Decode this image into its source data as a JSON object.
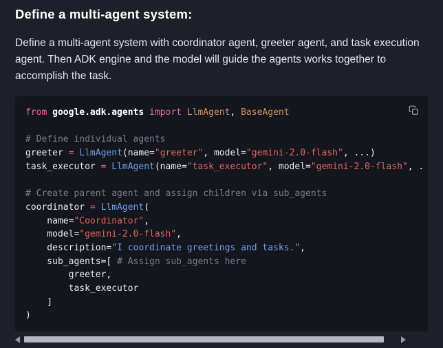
{
  "header": {
    "title": "Define a multi-agent system:",
    "paragraph": "Define a multi-agent system with coordinator agent, greeter agent, and task execution agent. Then ADK engine and the model will guide the agents works together to accomplish the task."
  },
  "code": {
    "language": "python",
    "copy_button_label": "Copy to clipboard",
    "lines": [
      [
        {
          "c": "kw",
          "t": "from"
        },
        {
          "c": "p",
          "t": " "
        },
        {
          "c": "b",
          "t": "google.adk.agents"
        },
        {
          "c": "p",
          "t": " "
        },
        {
          "c": "kw",
          "t": "import"
        },
        {
          "c": "p",
          "t": " "
        },
        {
          "c": "cls",
          "t": "LlmAgent"
        },
        {
          "c": "p",
          "t": ", "
        },
        {
          "c": "cls",
          "t": "BaseAgent"
        }
      ],
      [],
      [
        {
          "c": "com",
          "t": "# Define individual agents"
        }
      ],
      [
        {
          "c": "p",
          "t": "greeter "
        },
        {
          "c": "op",
          "t": "="
        },
        {
          "c": "p",
          "t": " "
        },
        {
          "c": "fn",
          "t": "LlmAgent"
        },
        {
          "c": "p",
          "t": "(name="
        },
        {
          "c": "str",
          "t": "\"greeter\""
        },
        {
          "c": "p",
          "t": ", model="
        },
        {
          "c": "str",
          "t": "\"gemini-2.0-flash\""
        },
        {
          "c": "p",
          "t": ", ...)"
        }
      ],
      [
        {
          "c": "p",
          "t": "task_executor "
        },
        {
          "c": "op",
          "t": "="
        },
        {
          "c": "p",
          "t": " "
        },
        {
          "c": "fn",
          "t": "LlmAgent"
        },
        {
          "c": "p",
          "t": "(name="
        },
        {
          "c": "str",
          "t": "\"task_executor\""
        },
        {
          "c": "p",
          "t": ", model="
        },
        {
          "c": "str",
          "t": "\"gemini-2.0-flash\""
        },
        {
          "c": "p",
          "t": ", ."
        }
      ],
      [],
      [
        {
          "c": "com",
          "t": "# Create parent agent and assign children via sub_agents"
        }
      ],
      [
        {
          "c": "p",
          "t": "coordinator "
        },
        {
          "c": "op",
          "t": "="
        },
        {
          "c": "p",
          "t": " "
        },
        {
          "c": "fn",
          "t": "LlmAgent"
        },
        {
          "c": "p",
          "t": "("
        }
      ],
      [
        {
          "c": "p",
          "t": "    name="
        },
        {
          "c": "str",
          "t": "\"Coordinator\""
        },
        {
          "c": "p",
          "t": ","
        }
      ],
      [
        {
          "c": "p",
          "t": "    model="
        },
        {
          "c": "str",
          "t": "\"gemini-2.0-flash\""
        },
        {
          "c": "p",
          "t": ","
        }
      ],
      [
        {
          "c": "p",
          "t": "    description="
        },
        {
          "c": "str2",
          "t": "\"I coordinate greetings and tasks.\""
        },
        {
          "c": "p",
          "t": ","
        }
      ],
      [
        {
          "c": "p",
          "t": "    sub_agents=[ "
        },
        {
          "c": "com",
          "t": "# Assign sub_agents here"
        }
      ],
      [
        {
          "c": "p",
          "t": "        greeter,"
        }
      ],
      [
        {
          "c": "p",
          "t": "        task_executor"
        }
      ],
      [
        {
          "c": "p",
          "t": "    ]"
        }
      ],
      [
        {
          "c": "p",
          "t": ")"
        }
      ]
    ]
  },
  "scrollbar": {
    "orientation": "horizontal"
  },
  "colors": {
    "page_bg": "#1d2029",
    "code_bg": "#14161d",
    "keyword": "#e0679e",
    "class_name": "#d49056",
    "function_call": "#6e9eeb",
    "string_red": "#e0655c",
    "string_blue": "#6e9eeb",
    "comment": "#757e8a",
    "code_text": "#e9ecf2",
    "scrollbar_thumb": "#b4b8bf",
    "heading": "#ffffff",
    "body_text": "#e3e6ed",
    "icon_gray": "#959ba6"
  }
}
